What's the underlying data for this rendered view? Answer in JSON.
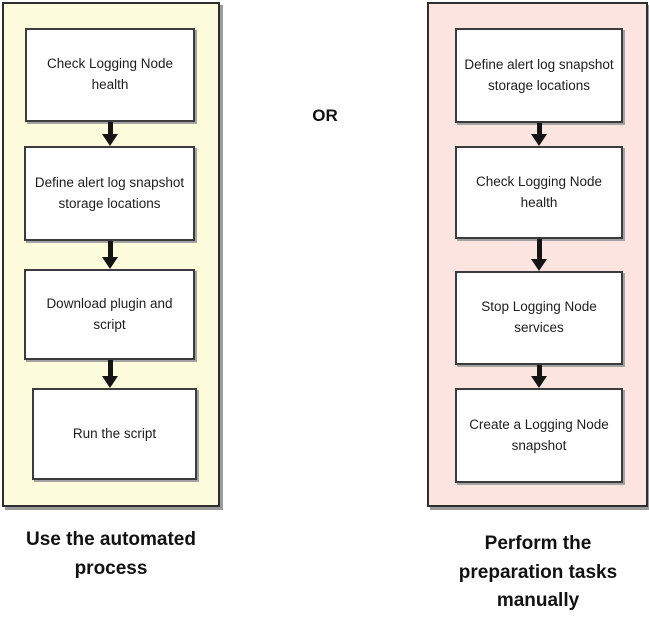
{
  "or_label": "OR",
  "left_panel": {
    "caption": "Use the automated\nprocess",
    "steps": [
      "Check Logging Node\nhealth",
      "Define alert log snapshot\nstorage locations",
      "Download plugin and\nscript",
      "Run the script"
    ]
  },
  "right_panel": {
    "caption": "Perform the\npreparation tasks\nmanually",
    "steps": [
      "Define alert log snapshot\nstorage locations",
      "Check Logging Node\nhealth",
      "Stop Logging Node\nservices",
      "Create a Logging Node\nsnapshot"
    ]
  },
  "colors": {
    "left_panel_bg": "#FCFBDC",
    "right_panel_bg": "#FCE4E1",
    "box_bg": "#FFFFFF",
    "box_border": "#3C3C3C",
    "panel_border": "#2E2E2E",
    "arrow": "#141414",
    "text": "#1D1D1D"
  }
}
